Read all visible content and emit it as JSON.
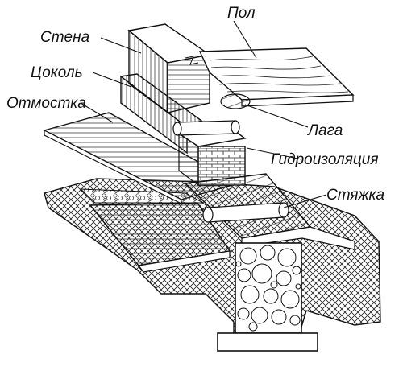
{
  "labels": {
    "wall": "Стена",
    "floor": "Пол",
    "plinth": "Цоколь",
    "blind_area": "Отмостка",
    "joist": "Лага",
    "waterproofing": "Гидроизоляция",
    "screed": "Стяжка"
  }
}
